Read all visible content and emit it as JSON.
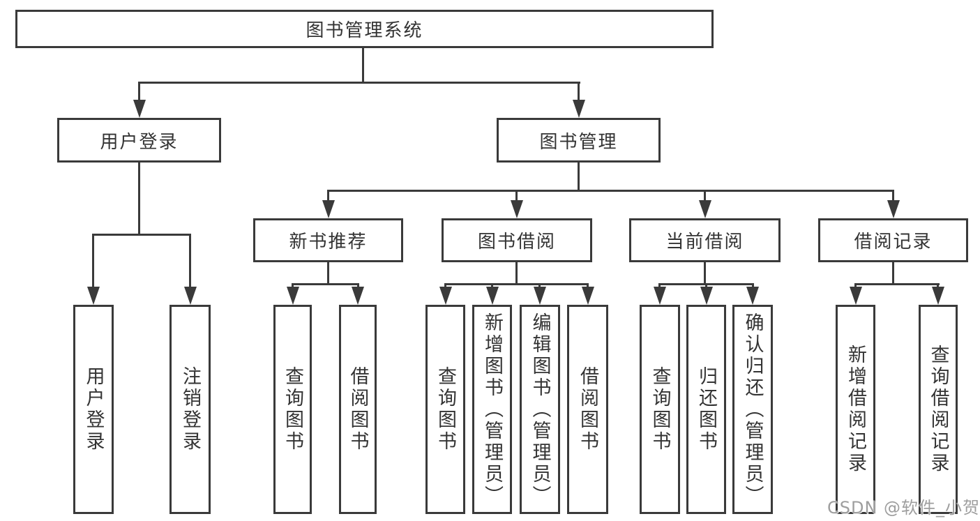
{
  "tree": {
    "label": "图书管理系统",
    "children": [
      {
        "label": "用户登录",
        "children": [
          {
            "label": "用户登录"
          },
          {
            "label": "注销登录"
          }
        ]
      },
      {
        "label": "图书管理",
        "children": [
          {
            "label": "新书推荐",
            "children": [
              {
                "label": "查询图书"
              },
              {
                "label": "借阅图书"
              }
            ]
          },
          {
            "label": "图书借阅",
            "children": [
              {
                "label": "查询图书"
              },
              {
                "label": "新增图书（管理员）"
              },
              {
                "label": "编辑图书（管理员）"
              },
              {
                "label": "借阅图书"
              }
            ]
          },
          {
            "label": "当前借阅",
            "children": [
              {
                "label": "查询图书"
              },
              {
                "label": "归还图书"
              },
              {
                "label": "确认归还（管理员）"
              }
            ]
          },
          {
            "label": "借阅记录",
            "children": [
              {
                "label": "新增借阅记录"
              },
              {
                "label": "查询借阅记录"
              }
            ]
          }
        ]
      }
    ]
  },
  "watermark": "CSDN @软件_小贺同学",
  "colors": {
    "line": "#3a3a3a",
    "text": "#333333",
    "watermark": "#9e9e9e",
    "background": "#ffffff"
  }
}
